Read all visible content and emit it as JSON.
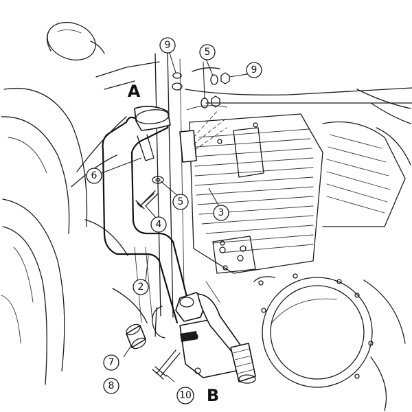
{
  "labels": {
    "A": "A",
    "B": "B"
  },
  "callouts": [
    {
      "id": "c1",
      "text": "9"
    },
    {
      "id": "c2",
      "text": "5"
    },
    {
      "id": "c3",
      "text": "9"
    },
    {
      "id": "c4",
      "text": "6"
    },
    {
      "id": "c5",
      "text": "5"
    },
    {
      "id": "c6",
      "text": "4"
    },
    {
      "id": "c7",
      "text": "3"
    },
    {
      "id": "c8",
      "text": "2"
    },
    {
      "id": "c9",
      "text": "7"
    },
    {
      "id": "c10",
      "text": "8"
    },
    {
      "id": "c11",
      "text": "10"
    }
  ]
}
